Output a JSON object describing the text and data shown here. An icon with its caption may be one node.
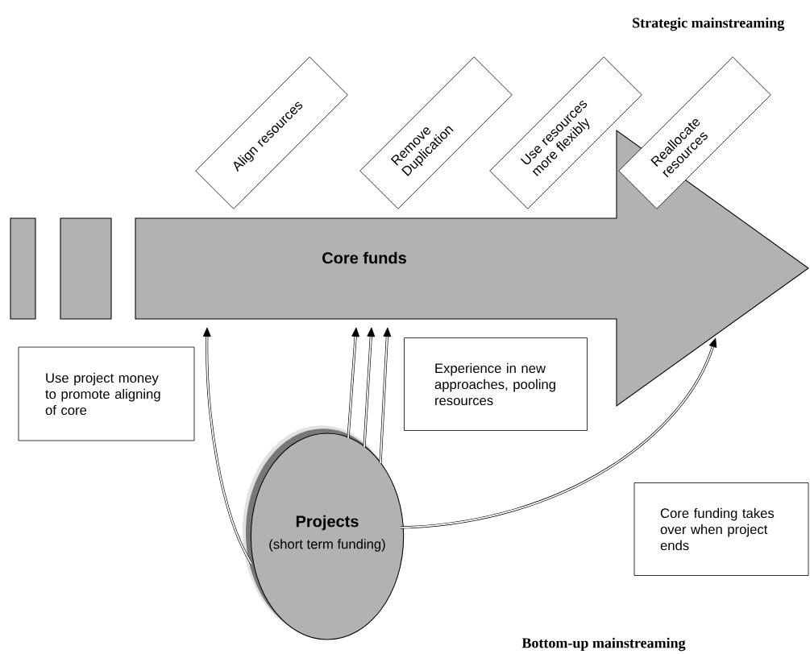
{
  "diagram": {
    "nodes": [
      {
        "text": [
          "Core funds"
        ]
      },
      {
        "text": [],
        "shape": "bar"
      },
      {
        "text": [],
        "shape": "bar"
      },
      {
        "text": [
          "Align resources"
        ]
      },
      {
        "text": [
          "Remove Duplication"
        ]
      },
      {
        "text": [
          "Use resources more flexibly"
        ]
      },
      {
        "text": [
          "Reallocate resources"
        ]
      },
      {
        "text": [
          "Use project money to promote aligning of core"
        ]
      },
      {
        "text": [
          "Experience in new approaches, pooling resources"
        ]
      },
      {
        "text": [
          "Projects",
          "(short term funding)"
        ]
      },
      {
        "text": [
          "Core funding takes over when project ends"
        ]
      }
    ],
    "edges": [
      {
        "from": 9,
        "to": 0,
        "arrow": "to"
      },
      {
        "from": 9,
        "to": 0,
        "arrow": "to"
      },
      {
        "from": 9,
        "to": 0,
        "arrow": "to"
      },
      {
        "from": 9,
        "to": 0,
        "arrow": "to"
      },
      {
        "from": 9,
        "to": 0,
        "arrow": "to"
      }
    ],
    "labels": [
      "Strategic mainstreaming",
      "Bottom-up mainstreaming"
    ]
  }
}
